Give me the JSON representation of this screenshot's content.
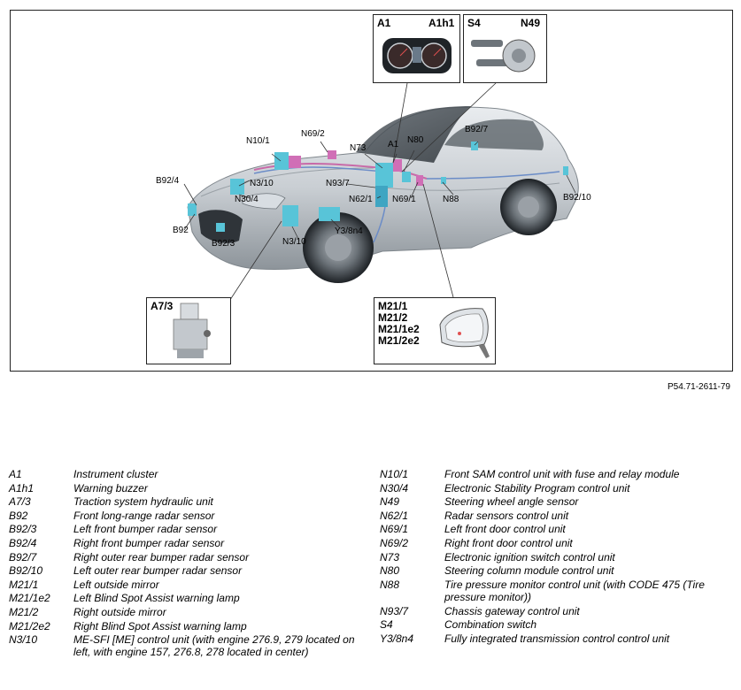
{
  "figure": {
    "inset_top_left": {
      "labels": [
        "A1",
        "A1h1"
      ]
    },
    "inset_top_right": {
      "labels": [
        "S4",
        "N49"
      ]
    },
    "inset_bottom_left": {
      "labels": [
        "A7/3"
      ]
    },
    "inset_bottom_right": {
      "labels": [
        "M21/1",
        "M21/2",
        "M21/1e2",
        "M21/2e2"
      ]
    },
    "callouts": [
      "N10/1",
      "N69/2",
      "N73",
      "A1",
      "N80",
      "B92/7",
      "B92/4",
      "N3/10",
      "N93/7",
      "N30/4",
      "N62/1",
      "N69/1",
      "N88",
      "B92/10",
      "B92",
      "B92/3",
      "N3/10",
      "Y3/8n4"
    ],
    "figure_id": "P54.71-2611-79"
  },
  "legend": {
    "left": [
      {
        "code": "A1",
        "desc": "Instrument cluster"
      },
      {
        "code": "A1h1",
        "desc": "Warning buzzer"
      },
      {
        "code": "A7/3",
        "desc": "Traction system hydraulic unit"
      },
      {
        "code": "B92",
        "desc": "Front long-range radar sensor"
      },
      {
        "code": "B92/3",
        "desc": "Left front bumper radar sensor"
      },
      {
        "code": "B92/4",
        "desc": "Right front bumper radar sensor"
      },
      {
        "code": "B92/7",
        "desc": "Right outer rear bumper radar sensor"
      },
      {
        "code": "B92/10",
        "desc": "Left outer rear bumper radar sensor"
      },
      {
        "code": "M21/1",
        "desc": "Left outside mirror"
      },
      {
        "code": "M21/1e2",
        "desc": "Left Blind Spot Assist warning lamp"
      },
      {
        "code": "M21/2",
        "desc": "Right outside mirror"
      },
      {
        "code": "M21/2e2",
        "desc": "Right Blind Spot Assist warning lamp"
      },
      {
        "code": "N3/10",
        "desc": "ME-SFI [ME] control unit (with engine 276.9, 279 located on left, with engine 157, 276.8, 278 located in center)"
      }
    ],
    "right": [
      {
        "code": "N10/1",
        "desc": "Front SAM control unit with fuse and relay module"
      },
      {
        "code": "N30/4",
        "desc": "Electronic Stability Program control unit"
      },
      {
        "code": "N49",
        "desc": "Steering wheel angle sensor"
      },
      {
        "code": "N62/1",
        "desc": "Radar sensors control unit"
      },
      {
        "code": "N69/1",
        "desc": "Left front door control unit"
      },
      {
        "code": "N69/2",
        "desc": "Right front door control unit"
      },
      {
        "code": "N73",
        "desc": "Electronic ignition switch control unit"
      },
      {
        "code": "N80",
        "desc": "Steering column module control unit"
      },
      {
        "code": "N88",
        "desc": "Tire pressure monitor control unit (with CODE 475 (Tire pressure monitor))"
      },
      {
        "code": "N93/7",
        "desc": "Chassis gateway control unit"
      },
      {
        "code": "S4",
        "desc": "Combination switch"
      },
      {
        "code": "Y3/8n4",
        "desc": "Fully integrated transmission control control unit"
      }
    ]
  }
}
